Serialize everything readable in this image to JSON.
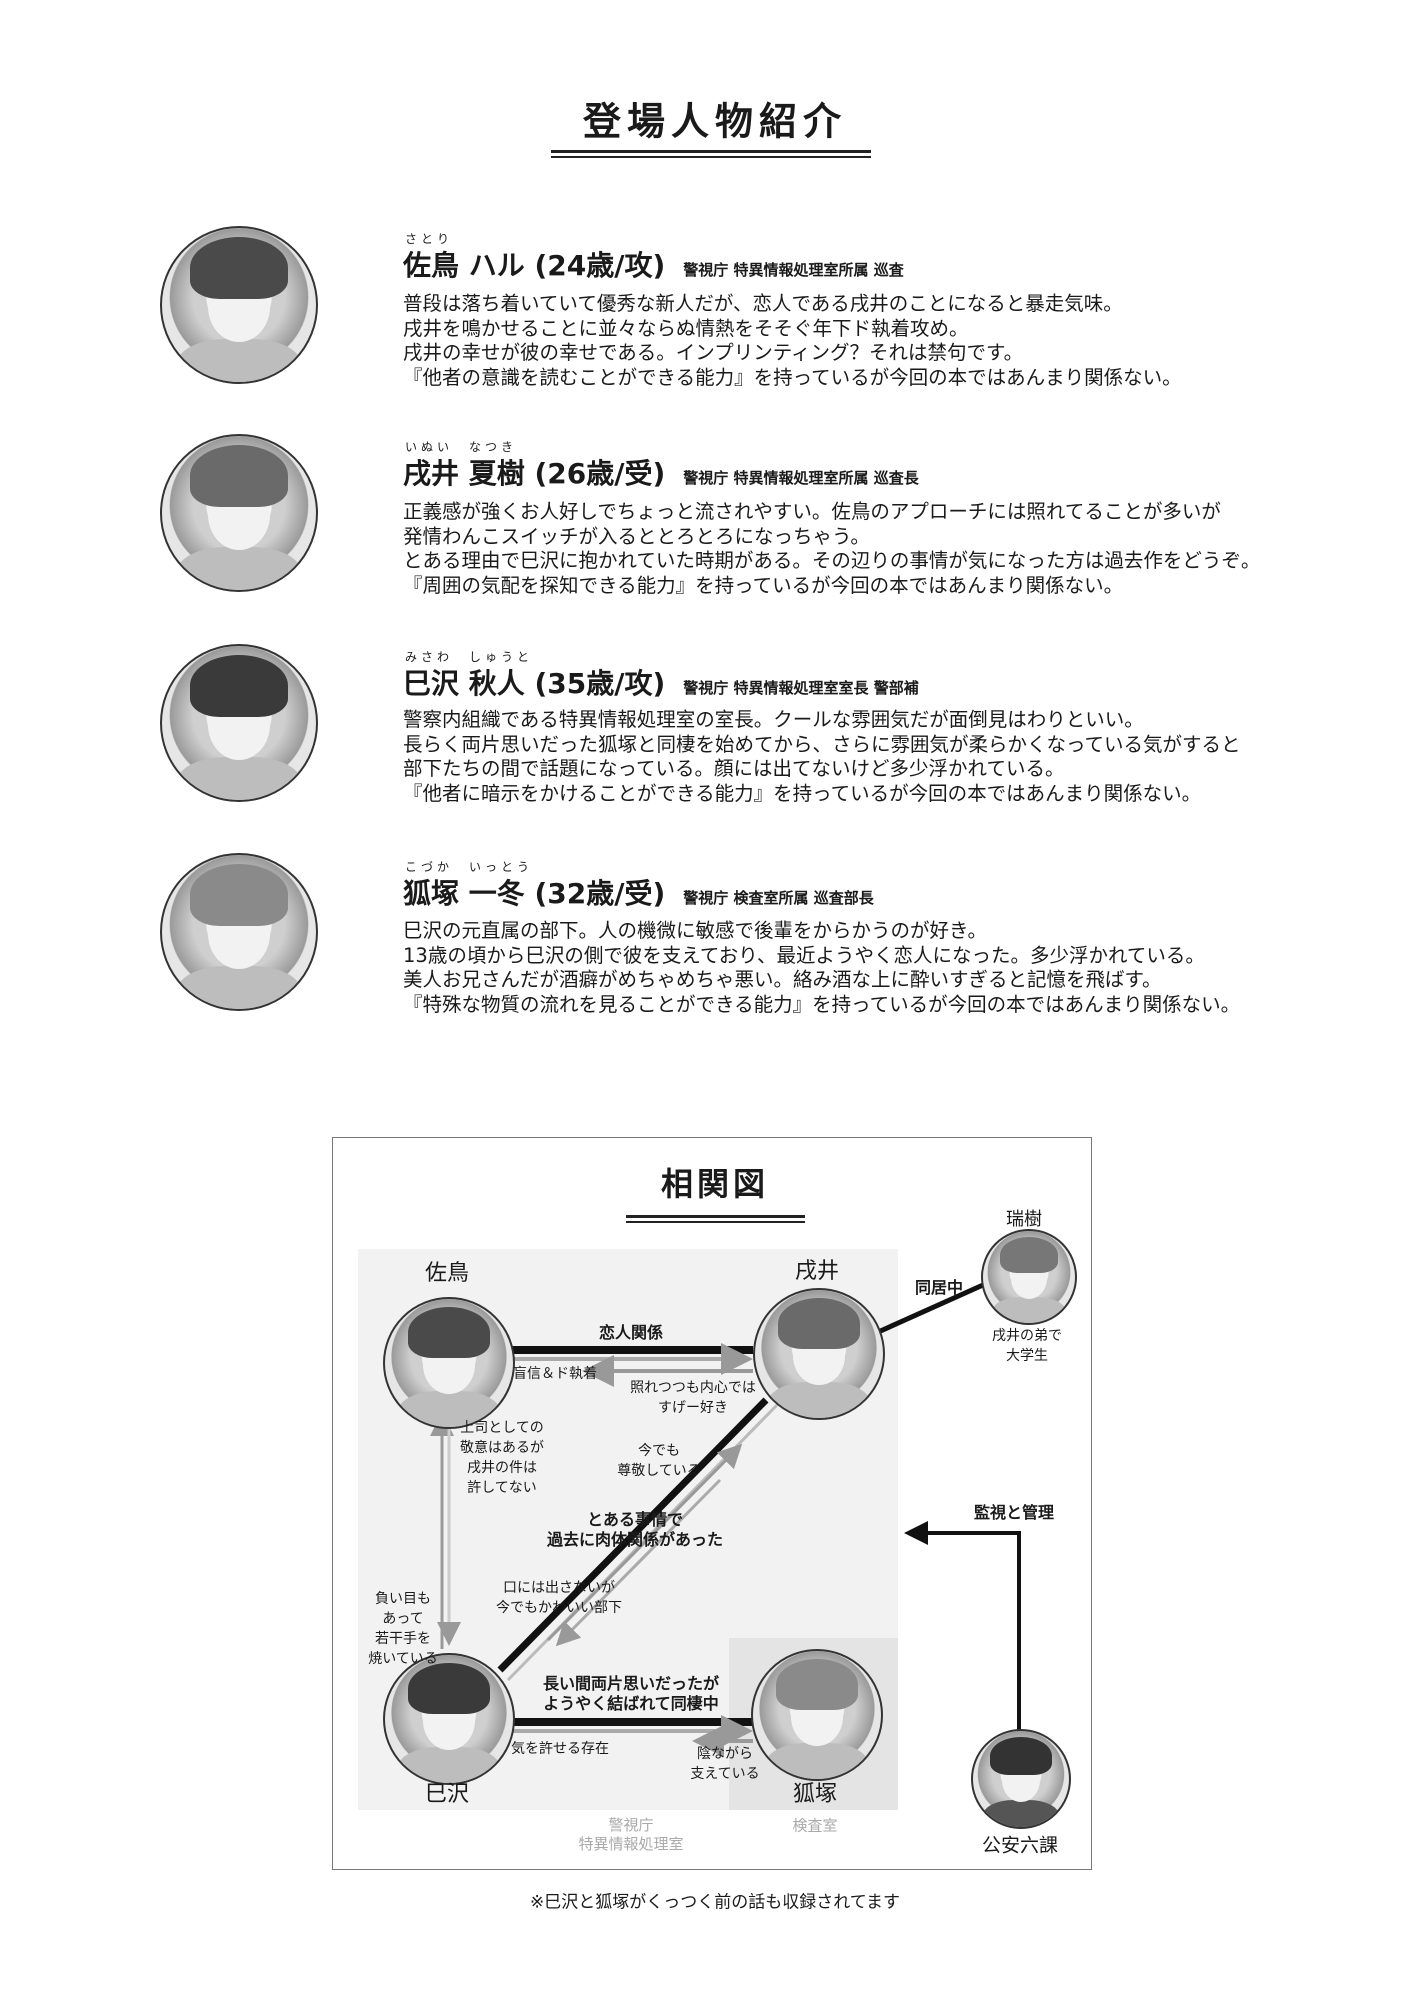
{
  "header": {
    "title": "登場人物紹介"
  },
  "characters": [
    {
      "ruby": "さとり",
      "name": "佐鳥 ハル (24歳/攻)",
      "affiliation": "警視庁 特異情報処理室所属 巡査",
      "desc": [
        "普段は落ち着いていて優秀な新人だが、恋人である戌井のことになると暴走気味。",
        "戌井を鳴かせることに並々ならぬ情熱をそそぐ年下ド執着攻め。",
        "戌井の幸せが彼の幸せである。インプリンティング？それは禁句です。",
        "『他者の意識を読むことができる能力』を持っているが今回の本ではあんまり関係ない。"
      ]
    },
    {
      "ruby": "いぬい　なつき",
      "name": "戌井 夏樹 (26歳/受)",
      "affiliation": "警視庁 特異情報処理室所属 巡査長",
      "desc": [
        "正義感が強くお人好しでちょっと流されやすい。佐鳥のアプローチには照れてることが多いが",
        "発情わんこスイッチが入るととろとろになっちゃう。",
        "とある理由で巳沢に抱かれていた時期がある。その辺りの事情が気になった方は過去作をどうぞ。",
        "『周囲の気配を探知できる能力』を持っているが今回の本ではあんまり関係ない。"
      ]
    },
    {
      "ruby": "みさわ　しゅうと",
      "name": "巳沢 秋人 (35歳/攻)",
      "affiliation": "警視庁 特異情報処理室室長 警部補",
      "desc": [
        "警察内組織である特異情報処理室の室長。クールな雰囲気だが面倒見はわりといい。",
        "長らく両片思いだった狐塚と同棲を始めてから、さらに雰囲気が柔らかくなっている気がすると",
        "部下たちの間で話題になっている。顔には出てないけど多少浮かれている。",
        "『他者に暗示をかけることができる能力』を持っているが今回の本ではあんまり関係ない。"
      ]
    },
    {
      "ruby": "こづか　いっとう",
      "name": "狐塚 一冬 (32歳/受)",
      "affiliation": "警視庁 検査室所属 巡査部長",
      "desc": [
        "巳沢の元直属の部下。人の機微に敏感で後輩をからかうのが好き。",
        "13歳の頃から巳沢の側で彼を支えており、最近ようやく恋人になった。多少浮かれている。",
        "美人お兄さんだが酒癖がめちゃめちゃ悪い。絡み酒な上に酔いすぎると記憶を飛ばす。",
        "『特殊な物質の流れを見ることができる能力』を持っているが今回の本ではあんまり関係ない。"
      ]
    }
  ],
  "diagram": {
    "title": "相関図",
    "nodes": {
      "satori": "佐鳥",
      "inui": "戌井",
      "mizuki": "瑞樹",
      "misawa": "巳沢",
      "kozuka": "狐塚",
      "koan": "公安六課"
    },
    "mizuki_note": [
      "戌井の弟で",
      "大学生"
    ],
    "edges": {
      "doukyo": "同居中",
      "koibito": "恋人関係",
      "satori_to_inui": "盲信＆ド執着",
      "inui_to_satori": [
        "照れつつも内心では",
        "すげー好き"
      ],
      "satori_to_misawa": [
        "上司としての",
        "敬意はあるが",
        "戌井の件は",
        "許してない"
      ],
      "misawa_to_satori": [
        "負い目も",
        "あって",
        "若干手を",
        "焼いている"
      ],
      "inui_to_misawa_a": [
        "今でも",
        "尊敬している"
      ],
      "inui_misawa": [
        "とある事情で",
        "過去に肉体関係があった"
      ],
      "misawa_to_inui": [
        "口には出さないが",
        "今でもかわいい部下"
      ],
      "misawa_kozuka": [
        "長い間両片思いだったが",
        "ようやく結ばれて同棲中"
      ],
      "misawa_to_kozuka": "気を許せる存在",
      "kozuka_to_misawa": [
        "陰ながら",
        "支えている"
      ],
      "koan": "監視と管理"
    },
    "areas": {
      "main": [
        "警視庁",
        "特異情報処理室"
      ],
      "kensa": "検査室"
    }
  },
  "footnote": "※巳沢と狐塚がくっつく前の話も収録されてます"
}
